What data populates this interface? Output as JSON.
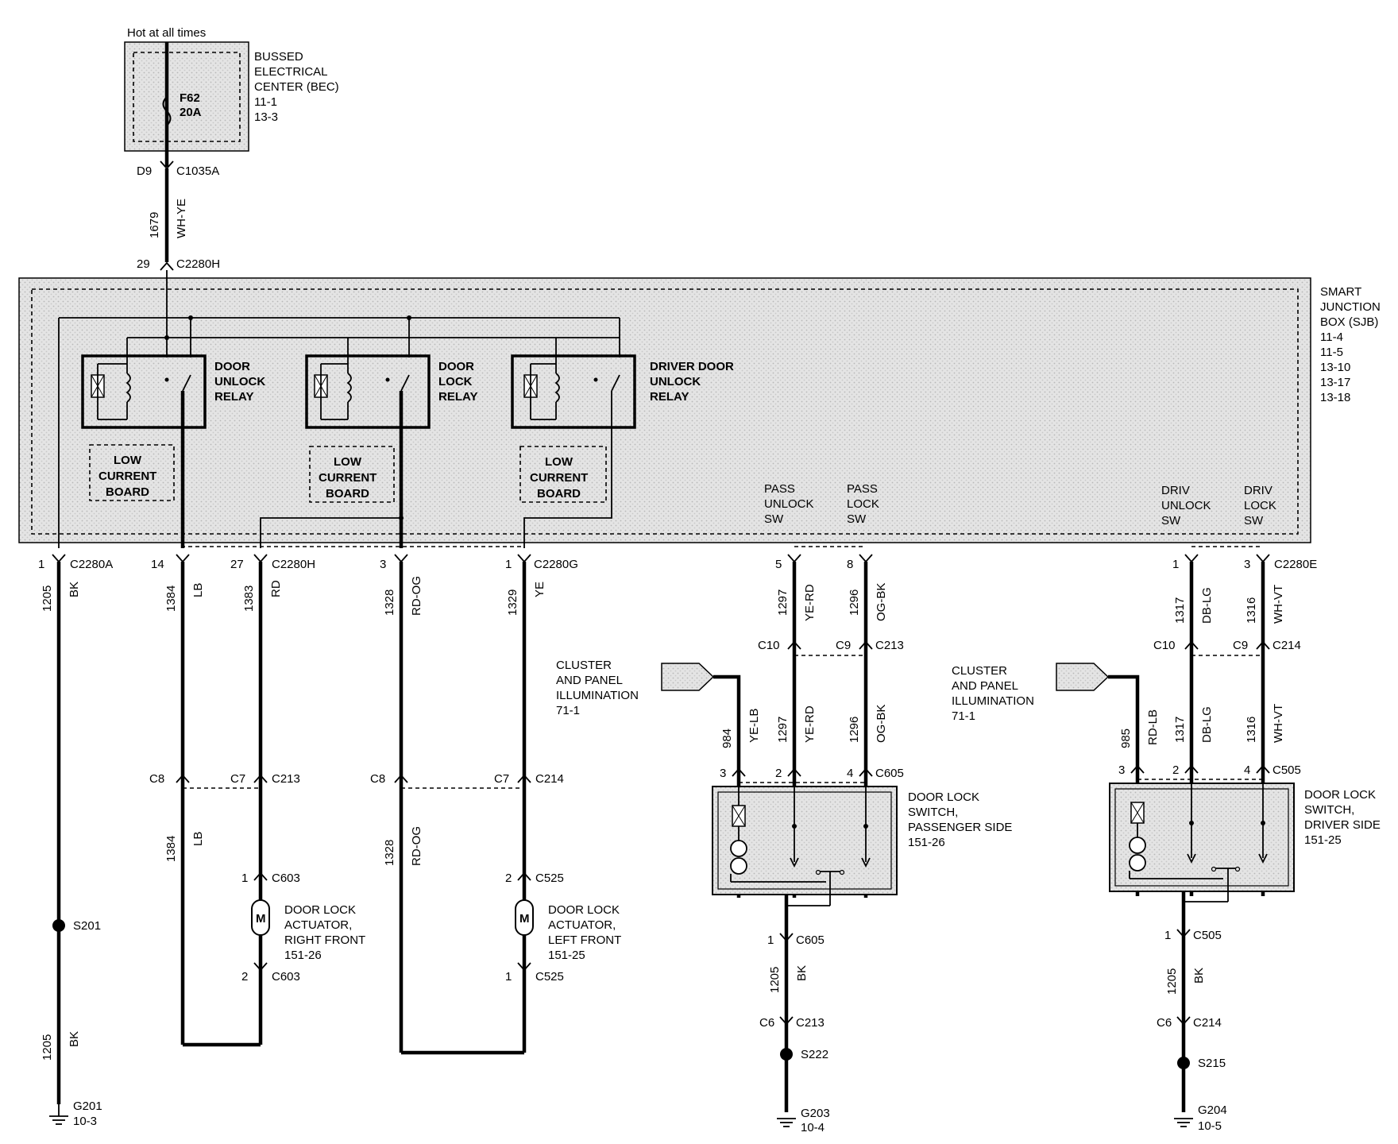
{
  "power": {
    "hot_label": "Hot at all times",
    "fuse_name": "F62",
    "fuse_rating": "20A",
    "bec_lines": [
      "BUSSED",
      "ELECTRICAL",
      "CENTER (BEC)",
      "11-1",
      "13-3"
    ]
  },
  "feed": {
    "pin_top": "D9",
    "conn_top": "C1035A",
    "circuit": "1679",
    "color": "WH-YE",
    "pin_bottom": "29",
    "conn_bottom": "C2280H"
  },
  "sjb": {
    "lines": [
      "SMART",
      "JUNCTION",
      "BOX (SJB)",
      "11-4",
      "11-5",
      "13-10",
      "13-17",
      "13-18"
    ],
    "relays": [
      {
        "lines": [
          "DOOR",
          "UNLOCK",
          "RELAY"
        ]
      },
      {
        "lines": [
          "DOOR",
          "LOCK",
          "RELAY"
        ]
      },
      {
        "lines": [
          "DRIVER DOOR",
          "UNLOCK",
          "RELAY"
        ]
      }
    ],
    "board_lines": [
      "LOW",
      "CURRENT",
      "BOARD"
    ],
    "switch_inputs": [
      {
        "lines": [
          "PASS",
          "UNLOCK",
          "SW"
        ]
      },
      {
        "lines": [
          "PASS",
          "LOCK",
          "SW"
        ]
      },
      {
        "lines": [
          "DRIV",
          "UNLOCK",
          "SW"
        ]
      },
      {
        "lines": [
          "DRIV",
          "LOCK",
          "SW"
        ]
      }
    ]
  },
  "sjb_pins": [
    {
      "pin": "1",
      "conn": "C2280A"
    },
    {
      "pin": "14",
      "conn": ""
    },
    {
      "pin": "27",
      "conn": "C2280H"
    },
    {
      "pin": "3",
      "conn": ""
    },
    {
      "pin": "1",
      "conn": "C2280G"
    },
    {
      "pin": "5",
      "conn": ""
    },
    {
      "pin": "8",
      "conn": ""
    },
    {
      "pin": "1",
      "conn": ""
    },
    {
      "pin": "3",
      "conn": "C2280E"
    }
  ],
  "wires": [
    {
      "circuit": "1205",
      "color": "BK"
    },
    {
      "circuit": "1384",
      "color": "LB"
    },
    {
      "circuit": "1383",
      "color": "RD"
    },
    {
      "circuit": "1328",
      "color": "RD-OG"
    },
    {
      "circuit": "1329",
      "color": "YE"
    },
    {
      "circuit": "1297",
      "color": "YE-RD"
    },
    {
      "circuit": "1296",
      "color": "OG-BK"
    },
    {
      "circuit": "1317",
      "color": "DB-LG"
    },
    {
      "circuit": "1316",
      "color": "WH-VT"
    },
    {
      "circuit": "984",
      "color": "YE-LB"
    },
    {
      "circuit": "985",
      "color": "RD-LB"
    }
  ],
  "inline_connectors": {
    "pass_c10": "C10",
    "pass_c9": "C9",
    "pass_c213": "C213",
    "driv_c10": "C10",
    "driv_c9": "C9",
    "driv_c214": "C214",
    "c8_left": "C8",
    "c7_left": "C7",
    "c213_left": "C213",
    "c8_mid": "C8",
    "c7_mid": "C7",
    "c214_mid": "C214"
  },
  "illumination": {
    "lines": [
      "CLUSTER",
      "AND PANEL",
      "ILLUMINATION",
      "71-1"
    ]
  },
  "actuators": [
    {
      "lines": [
        "DOOR LOCK",
        "ACTUATOR,",
        "RIGHT FRONT",
        "151-26"
      ],
      "pin_top": "1",
      "conn_top": "C603",
      "pin_bottom": "2",
      "conn_bottom": "C603",
      "motor": "M"
    },
    {
      "lines": [
        "DOOR LOCK",
        "ACTUATOR,",
        "LEFT FRONT",
        "151-25"
      ],
      "pin_top": "2",
      "conn_top": "C525",
      "pin_bottom": "1",
      "conn_bottom": "C525",
      "motor": "M"
    }
  ],
  "switches": [
    {
      "lines": [
        "DOOR LOCK",
        "SWITCH,",
        "PASSENGER   SIDE",
        "151-26"
      ],
      "pins": [
        "3",
        "2",
        "4"
      ],
      "conn": "C605",
      "gnd_pin": "1",
      "gnd_conn": "C605",
      "gnd_circuit": "1205",
      "gnd_color": "BK",
      "c6": "C6",
      "c6_conn": "C213",
      "splice": "S222",
      "ground": "G203",
      "ground_ref": "10-4"
    },
    {
      "lines": [
        "DOOR LOCK",
        "SWITCH,",
        "DRIVER SIDE",
        "151-25"
      ],
      "pins": [
        "3",
        "2",
        "4"
      ],
      "conn": "C505",
      "gnd_pin": "1",
      "gnd_conn": "C505",
      "gnd_circuit": "1205",
      "gnd_color": "BK",
      "c6": "C6",
      "c6_conn": "C214",
      "splice": "S215",
      "ground": "G204",
      "ground_ref": "10-5"
    }
  ],
  "left_ground": {
    "splice": "S201",
    "circuit": "1205",
    "color": "BK",
    "ground": "G201",
    "ground_ref": "10-3"
  }
}
